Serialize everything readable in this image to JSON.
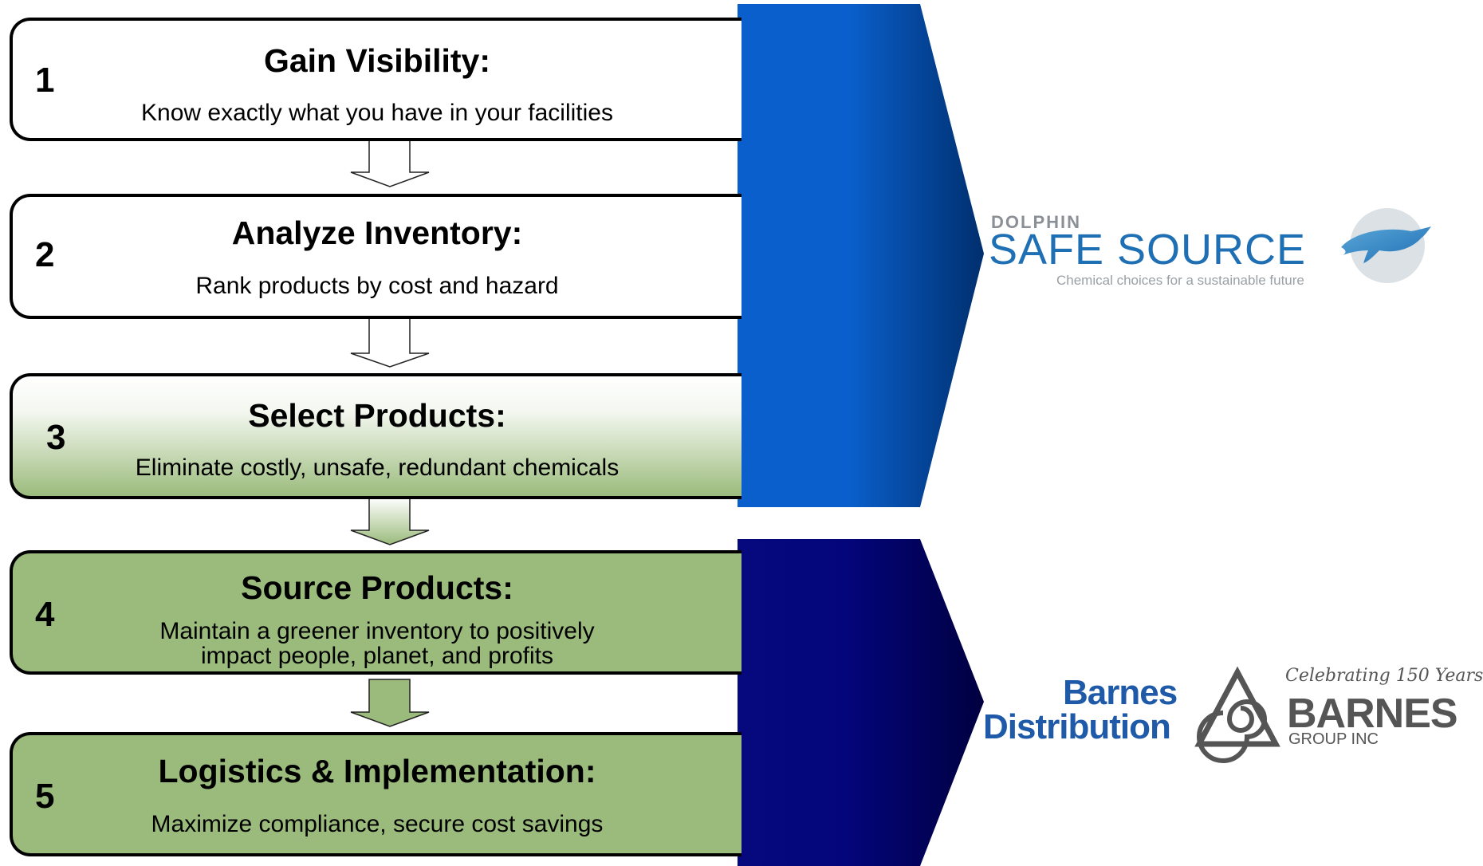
{
  "steps": [
    {
      "number": "1",
      "title": "Gain Visibility:",
      "description": "Know exactly what you have in your facilities"
    },
    {
      "number": "2",
      "title": "Analyze Inventory:",
      "description": "Rank products by cost and hazard"
    },
    {
      "number": "3",
      "title": "Select Products:",
      "description": "Eliminate costly, unsafe, redundant chemicals"
    },
    {
      "number": "4",
      "title": "Source Products:",
      "description": "Maintain a greener inventory to positively impact people, planet, and profits",
      "description_lines": [
        "Maintain a greener inventory to positively",
        "impact people, planet, and profits"
      ]
    },
    {
      "number": "5",
      "title": "Logistics & Implementation:",
      "description": "Maximize compliance, secure cost savings"
    }
  ],
  "logos": {
    "dolphin_safe_source": {
      "brand": "DOLPHIN",
      "name": "SAFE SOURCE",
      "tagline": "Chemical choices for a sustainable future"
    },
    "barnes_distribution": {
      "line1": "Barnes",
      "line2": "Distribution"
    },
    "barnes_group": {
      "celebration": "Celebrating 150 Years",
      "name": "BARNES",
      "subtitle": "GROUP INC"
    }
  },
  "colors": {
    "white_box": "#ffffff",
    "green": "#9bbb7c",
    "blue_arrow_top": "#0a5fc8",
    "blue_arrow_bottom": "#00007a",
    "logo_blue": "#1f6fb4",
    "barnes_blue": "#1f5aa8"
  }
}
